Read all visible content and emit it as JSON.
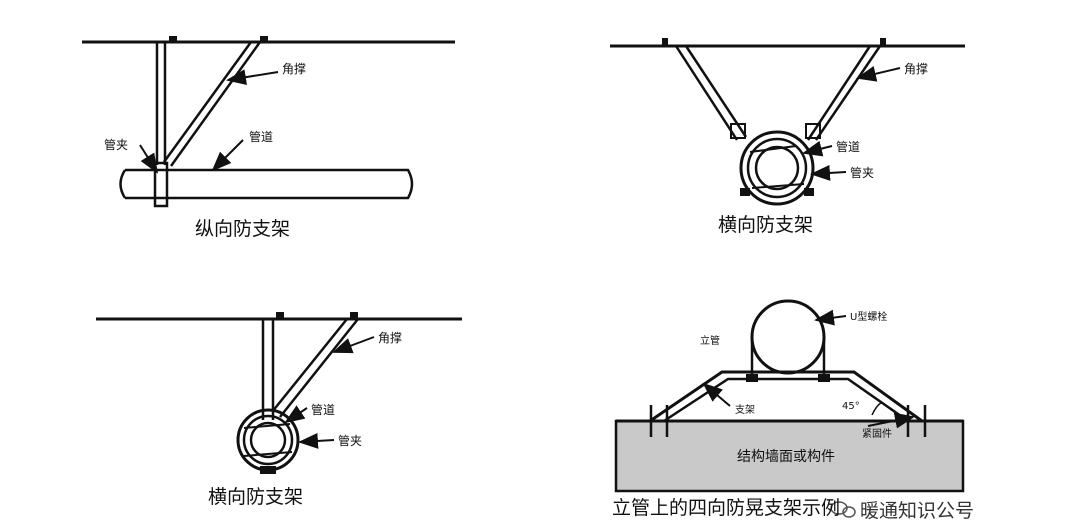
{
  "panel_longitudinal": {
    "caption": "纵向防支架",
    "label_angle_brace": "角撑",
    "label_pipe_clamp": "管夹",
    "label_pipe": "管道"
  },
  "panel_transverse_top": {
    "caption": "横向防支架",
    "label_angle_brace": "角撑",
    "label_pipe": "管道",
    "label_pipe_clamp": "管夹"
  },
  "panel_transverse_bottom": {
    "caption": "横向防支架",
    "label_angle_brace": "角撑",
    "label_pipe": "管道",
    "label_pipe_clamp": "管夹"
  },
  "panel_riser": {
    "caption": "立管上的四向防晃支架示例",
    "label_u_bolt": "U型螺栓",
    "label_riser": "立管",
    "label_bracket": "支架",
    "label_angle": "45°",
    "label_fastener": "紧固件",
    "label_wall": "结构墙面或构件"
  },
  "watermark": {
    "text": "暖通知识公号"
  },
  "colors": {
    "line": "#111111",
    "wall_fill": "#c9c9c9"
  }
}
